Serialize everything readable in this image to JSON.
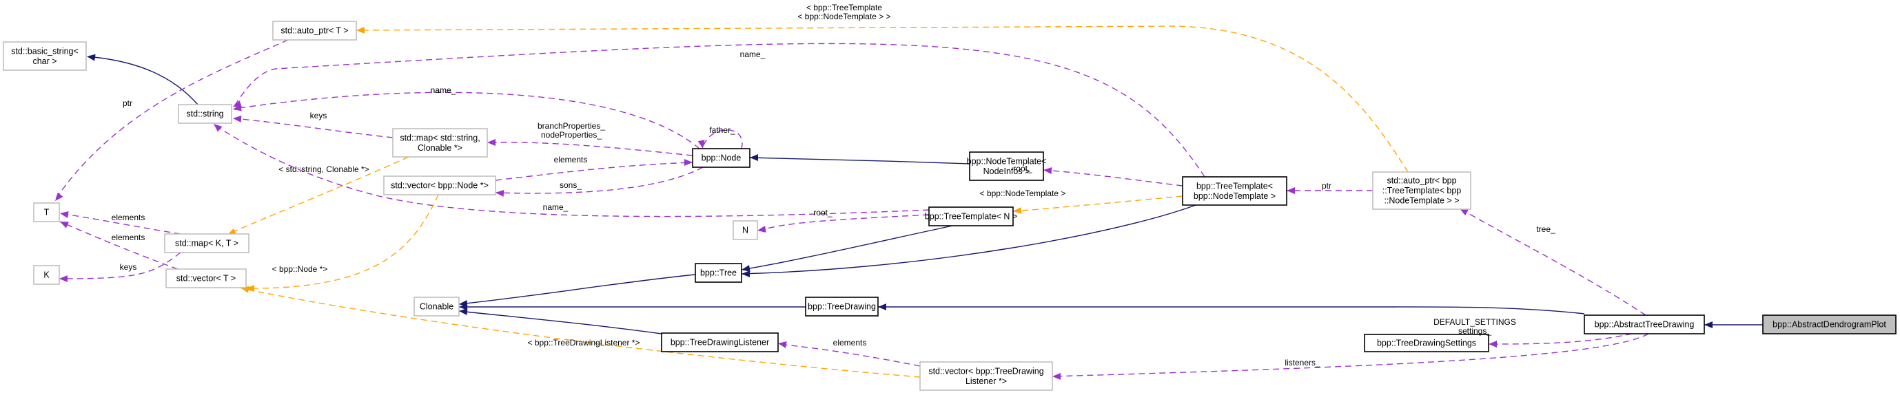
{
  "diagram": {
    "title": "bpp::AbstractDendrogramPlot collaboration graph",
    "colors": {
      "inheritance": "#191970",
      "usage": "#9a32cd",
      "template": "#ffa500",
      "focus_fill": "#bfbfbf",
      "external_border": "#bfbfbf",
      "documented_border": "#000000"
    },
    "nodes": {
      "basic_string": {
        "lines": [
          "std::basic_string<",
          "char >"
        ],
        "kind": "external"
      },
      "auto_ptr_T": {
        "lines": [
          "std::auto_ptr< T >"
        ],
        "kind": "external"
      },
      "string": {
        "lines": [
          "std::string"
        ],
        "kind": "external"
      },
      "T": {
        "lines": [
          "T"
        ],
        "kind": "external"
      },
      "K": {
        "lines": [
          "K"
        ],
        "kind": "external"
      },
      "map_KT": {
        "lines": [
          "std::map< K, T >"
        ],
        "kind": "external"
      },
      "vector_T": {
        "lines": [
          "std::vector< T >"
        ],
        "kind": "external"
      },
      "map_string_clonable": {
        "lines": [
          "std::map< std::string,",
          "Clonable *>"
        ],
        "kind": "external"
      },
      "vector_node": {
        "lines": [
          "std::vector< bpp::Node *>"
        ],
        "kind": "external"
      },
      "clonable": {
        "lines": [
          "Clonable"
        ],
        "kind": "external"
      },
      "node": {
        "lines": [
          "bpp::Node"
        ],
        "kind": "documented"
      },
      "N": {
        "lines": [
          "N"
        ],
        "kind": "external"
      },
      "tree": {
        "lines": [
          "bpp::Tree"
        ],
        "kind": "documented"
      },
      "tree_drawing": {
        "lines": [
          "bpp::TreeDrawing"
        ],
        "kind": "documented"
      },
      "tree_drawing_listener": {
        "lines": [
          "bpp::TreeDrawingListener"
        ],
        "kind": "documented"
      },
      "node_template": {
        "lines": [
          "bpp::NodeTemplate<",
          "NodeInfos >"
        ],
        "kind": "documented"
      },
      "tree_template_N": {
        "lines": [
          "bpp::TreeTemplate< N >"
        ],
        "kind": "documented"
      },
      "tree_template_nt": {
        "lines": [
          "bpp::TreeTemplate<",
          "bpp::NodeTemplate >"
        ],
        "kind": "documented"
      },
      "auto_ptr_tree": {
        "lines": [
          "std::auto_ptr< bpp",
          "::TreeTemplate< bpp",
          "::NodeTemplate > >"
        ],
        "kind": "external"
      },
      "vector_listener": {
        "lines": [
          "std::vector< bpp::TreeDrawing",
          "Listener *>"
        ],
        "kind": "external"
      },
      "tree_drawing_settings": {
        "lines": [
          "bpp::TreeDrawingSettings"
        ],
        "kind": "documented"
      },
      "abstract_tree_drawing": {
        "lines": [
          "bpp::AbstractTreeDrawing"
        ],
        "kind": "documented"
      },
      "abstract_dendrogram_plot": {
        "lines": [
          "bpp::AbstractDendrogramPlot"
        ],
        "kind": "focus"
      }
    },
    "edge_labels": {
      "ptr_T": [
        "ptr"
      ],
      "name_top": [
        "name_"
      ],
      "name_node": [
        "name_"
      ],
      "keys_map": [
        "keys"
      ],
      "father": [
        "father_"
      ],
      "props": [
        "branchProperties_",
        "nodeProperties_"
      ],
      "elements_vec_node": [
        "elements"
      ],
      "sons": [
        "sons_"
      ],
      "name_tt": [
        "name_"
      ],
      "root_tt": [
        "root_"
      ],
      "templ_string_clonable": [
        "< std::string, Clonable *>"
      ],
      "elements_map": [
        "elements"
      ],
      "elements_vec": [
        "elements"
      ],
      "keys_K": [
        "keys"
      ],
      "templ_node_ptr": [
        "< bpp::Node *>"
      ],
      "root_nt": [
        "root_"
      ],
      "templ_nodetemplate": [
        "< bpp::NodeTemplate >"
      ],
      "templ_tree_template": [
        "< bpp::TreeTemplate",
        "< bpp::NodeTemplate > >"
      ],
      "ptr_tree": [
        "ptr"
      ],
      "tree_": [
        "tree_"
      ],
      "templ_listener": [
        "< bpp::TreeDrawingListener *>"
      ],
      "elements_listener": [
        "elements"
      ],
      "settings": [
        "DEFAULT_SETTINGS",
        "settings_"
      ],
      "listeners": [
        "listeners_"
      ]
    }
  }
}
